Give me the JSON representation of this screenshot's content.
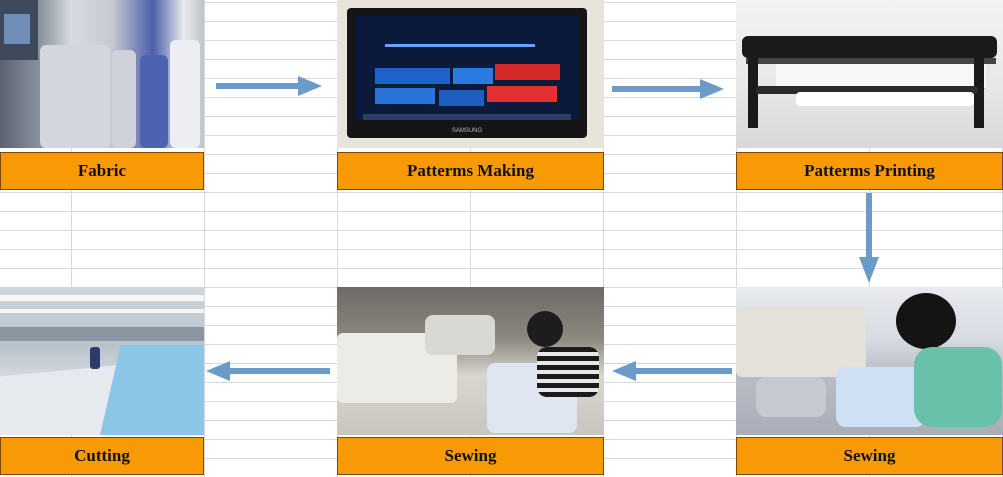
{
  "steps": {
    "fabric": "Fabric",
    "patterns_making": "Patterms Making",
    "patterns_printing": "Patterms Printing",
    "sewing_right": "Sewing",
    "sewing_middle": "Sewing",
    "cutting": "Cutting"
  },
  "colors": {
    "label_fill": "#f79a05",
    "arrow": "#6b9bc9"
  },
  "monitor_brand": "SAMSUNG"
}
